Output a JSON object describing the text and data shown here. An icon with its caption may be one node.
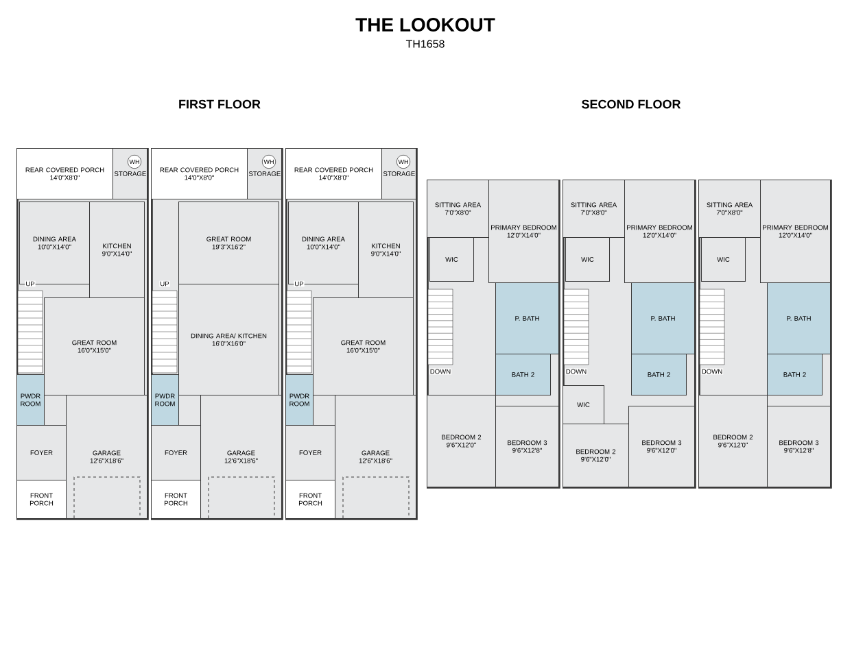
{
  "diagram": {
    "title": "THE LOOKOUT",
    "nodes": [
      {
        "text": [],
        "shape": "box"
      },
      {
        "text": [
          "REAR COVERED PORCH",
          "14'0\"X8'0\""
        ],
        "in": 0
      },
      {
        "text": [
          "STORAGE"
        ],
        "in": 0
      },
      {
        "text": [
          "KITCHEN",
          "9'0\"X14'0\""
        ],
        "in": 0
      },
      {
        "text": [
          "DINING AREA",
          "10'0\"X14'0\""
        ],
        "in": 0
      },
      {
        "text": [
          "GREAT ROOM",
          "16'0\"X15'0\""
        ],
        "in": 0
      },
      {
        "text": [
          "PWDR ROOM"
        ],
        "in": 0
      },
      {
        "text": [
          "GARAGE",
          "12'6\"X18'6\""
        ],
        "in": 0
      },
      {
        "text": [
          "FOYER"
        ],
        "in": 0
      },
      {
        "text": [
          "FRONT PORCH"
        ],
        "in": 0
      },
      {
        "text": [],
        "shape": "box"
      },
      {
        "text": [
          "REAR COVERED PORCH",
          "14'0\"X8'0\""
        ],
        "in": 10
      },
      {
        "text": [
          "STORAGE"
        ],
        "in": 10
      },
      {
        "text": [
          "GREAT ROOM",
          "19'3\"X16'2\""
        ],
        "in": 10
      },
      {
        "text": [
          "DINING AREA/ KITCHEN",
          "16'0\"X16'0\""
        ],
        "in": 10
      },
      {
        "text": [
          "PWDR ROOM"
        ],
        "in": 10
      },
      {
        "text": [
          "GARAGE",
          "12'6\"X18'6\""
        ],
        "in": 10
      },
      {
        "text": [
          "FOYER"
        ],
        "in": 10
      },
      {
        "text": [
          "FRONT PORCH"
        ],
        "in": 10
      },
      {
        "text": [],
        "shape": "box"
      },
      {
        "text": [
          "REAR COVERED PORCH",
          "14'0\"X8'0\""
        ],
        "in": 19
      },
      {
        "text": [
          "STORAGE"
        ],
        "in": 19
      },
      {
        "text": [
          "KITCHEN",
          "9'0\"X14'0\""
        ],
        "in": 19
      },
      {
        "text": [
          "DINING AREA",
          "10'0\"X14'0\""
        ],
        "in": 19
      },
      {
        "text": [
          "GREAT ROOM",
          "16'0\"X15'0\""
        ],
        "in": 19
      },
      {
        "text": [
          "PWDR ROOM"
        ],
        "in": 19
      },
      {
        "text": [
          "GARAGE",
          "12'6\"X18'6\""
        ],
        "in": 19
      },
      {
        "text": [
          "FOYER"
        ],
        "in": 19
      },
      {
        "text": [
          "FRONT PORCH"
        ],
        "in": 19
      },
      {
        "text": [],
        "shape": "box"
      },
      {
        "text": [
          "SITTING AREA",
          "7'0\"X8'0\""
        ],
        "in": 29
      },
      {
        "text": [
          "PRIMARY BEDROOM",
          "12'0\"X14'0\""
        ],
        "in": 29
      },
      {
        "text": [
          "WIC"
        ],
        "in": 29
      },
      {
        "text": [
          "P. BATH"
        ],
        "in": 29
      },
      {
        "text": [
          "BATH 2"
        ],
        "in": 29
      },
      {
        "text": [
          "BEDROOM 2",
          "9'6\"X12'0\""
        ],
        "in": 29
      },
      {
        "text": [
          "BEDROOM 3",
          "9'6\"X12'8\""
        ],
        "in": 29
      },
      {
        "text": [],
        "shape": "box"
      },
      {
        "text": [
          "SITTING AREA",
          "7'0\"X8'0\""
        ],
        "in": 37
      },
      {
        "text": [
          "PRIMARY BEDROOM",
          "12'0\"X14'0\""
        ],
        "in": 37
      },
      {
        "text": [
          "WIC"
        ],
        "in": 37
      },
      {
        "text": [
          "P. BATH"
        ],
        "in": 37
      },
      {
        "text": [
          "BATH 2"
        ],
        "in": 37
      },
      {
        "text": [
          "WIC"
        ],
        "in": 37
      },
      {
        "text": [
          "BEDROOM 2",
          "9'6\"X12'0\""
        ],
        "in": 37
      },
      {
        "text": [
          "BEDROOM 3",
          "9'6\"X12'0\""
        ],
        "in": 37
      },
      {
        "text": [],
        "shape": "box"
      },
      {
        "text": [
          "SITTING AREA",
          "7'0\"X8'0\""
        ],
        "in": 46
      },
      {
        "text": [
          "PRIMARY BEDROOM",
          "12'0\"X14'0\""
        ],
        "in": 46
      },
      {
        "text": [
          "WIC"
        ],
        "in": 46
      },
      {
        "text": [
          "P. BATH"
        ],
        "in": 46
      },
      {
        "text": [
          "BATH 2"
        ],
        "in": 46
      },
      {
        "text": [
          "BEDROOM 2",
          "9'6\"X12'0\""
        ],
        "in": 46
      },
      {
        "text": [
          "BEDROOM 3",
          "9'6\"X12'8\""
        ],
        "in": 46
      }
    ],
    "labels": [
      "TH1658",
      "FIRST FLOOR",
      "SECOND FLOOR",
      "WH",
      "UP",
      "WH",
      "UP",
      "WH",
      "UP",
      "DOWN",
      "DOWN",
      "DOWN"
    ]
  }
}
